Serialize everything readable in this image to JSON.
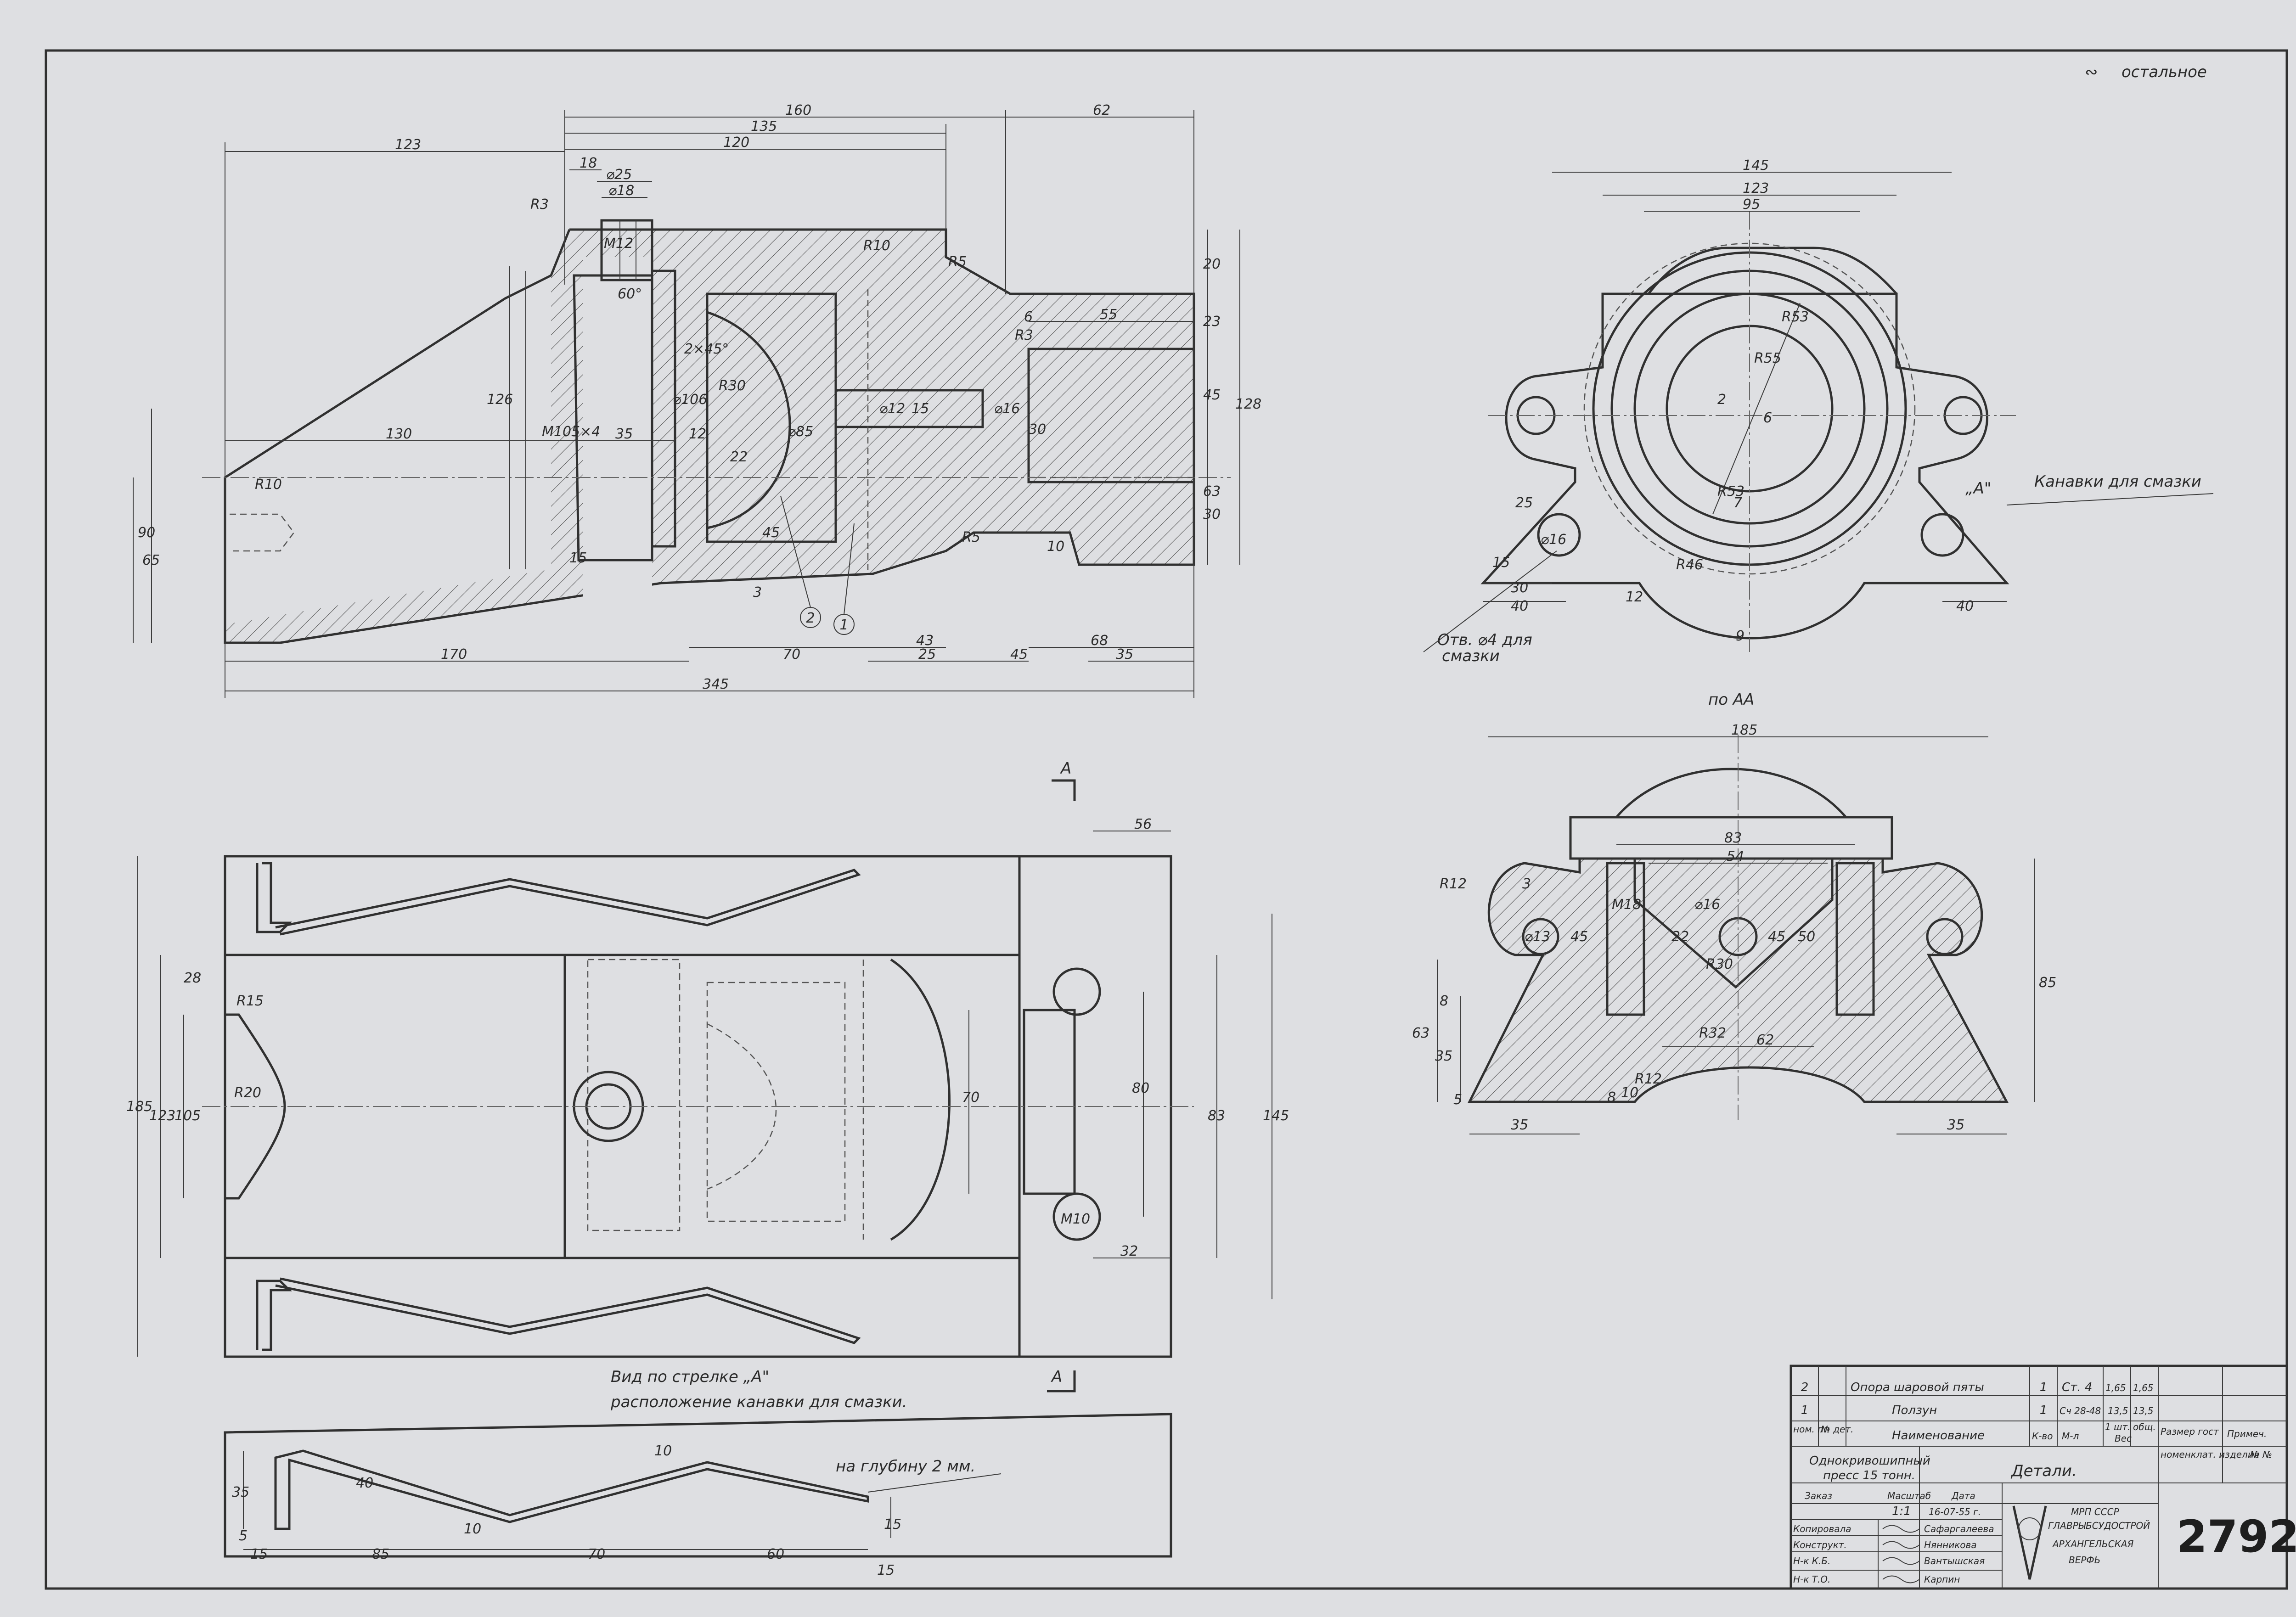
{
  "sheet": {
    "roughness_note": "остальное",
    "roughness_symbol": "∾"
  },
  "views": {
    "section_aa_label": "по АА",
    "arrow_view_title_1": "Вид по стрелке „А\"",
    "arrow_view_title_2": "расположение канавки для смазки.",
    "groove_depth_note": "на глубину 2 мм.",
    "lube_grooves_note": "Канавки для смазки",
    "lube_hole_note_1": "Отв. ⌀4 для",
    "lube_hole_note_2": "смазки",
    "arrow_a": "А",
    "view_a_marker": "„А\"",
    "part_balloons": [
      "2",
      "1"
    ]
  },
  "dimensions": {
    "front": [
      "123",
      "160",
      "62",
      "135",
      "120",
      "18",
      "⌀25",
      "⌀18",
      "М12",
      "R3",
      "R10",
      "R5",
      "60°",
      "2×45°",
      "6",
      "55",
      "R3",
      "R30",
      "22",
      "45",
      "⌀106",
      "⌀12",
      "15",
      "⌀16",
      "30",
      "126",
      "М105×4",
      "130",
      "35",
      "12",
      "R10",
      "15",
      "R5",
      "10",
      "20",
      "23",
      "45",
      "128",
      "63",
      "30",
      "90",
      "65",
      "170",
      "70",
      "43",
      "25",
      "45",
      "68",
      "35",
      "345",
      "⌀85",
      "3"
    ],
    "top": [
      "56",
      "28",
      "R15",
      "R20",
      "185",
      "123",
      "105",
      "70",
      "80",
      "83",
      "145",
      "М10",
      "32"
    ],
    "side": [
      "145",
      "123",
      "95",
      "R53",
      "R55",
      "R53",
      "2",
      "6",
      "25",
      "15",
      "30",
      "40",
      "40",
      "⌀16",
      "R46",
      "12",
      "9",
      "7"
    ],
    "section": [
      "185",
      "83",
      "54",
      "R12",
      "3",
      "⌀13",
      "45",
      "М18",
      "⌀16",
      "22",
      "45",
      "50",
      "R30",
      "R32",
      "62",
      "8",
      "63",
      "35",
      "5",
      "8",
      "R12",
      "10",
      "35",
      "35",
      "85"
    ],
    "arrow_view": [
      "35",
      "40",
      "10",
      "10",
      "5",
      "15",
      "85",
      "70",
      "60",
      "15",
      "15"
    ]
  },
  "title_block": {
    "parts": [
      {
        "pos": "2",
        "name": "Опора шаровой пяты",
        "qty": "1",
        "material": "Ст. 4",
        "unit_weight": "1,65",
        "total_weight": "1,65"
      },
      {
        "pos": "1",
        "name": "Ползун",
        "qty": "1",
        "material": "Сч 28-48",
        "unit_weight": "13,5",
        "total_weight": "13,5"
      }
    ],
    "header": {
      "item_no": "ном. пп",
      "pos_no": "№ дет.",
      "name": "Наименование",
      "qty": "К-во",
      "material": "М-л",
      "unit": "1 шт.",
      "total": "общ.",
      "weight": "Вес",
      "size": "Размер гост",
      "note": "Примеч."
    },
    "product_line1": "Однокривошипный",
    "product_line2": "пресс 15 тонн.",
    "drawing_title": "Детали.",
    "product_nomenclature": "номенклат. изделия",
    "nomenclature_no": "№ №",
    "order_label": "Заказ",
    "scale_label": "Масштаб",
    "scale_value": "1:1",
    "date_label": "Дата",
    "date_value": "16-07-55 г.",
    "roles": [
      {
        "role": "Копировала",
        "name": "Сафаргалеева"
      },
      {
        "role": "Конструкт.",
        "name": "Нянникова"
      },
      {
        "role": "Н-к К.Б.",
        "name": "Вантышская"
      },
      {
        "role": "Н-к Т.О.",
        "name": "Карпин"
      }
    ],
    "org_line1": "МРП СССР",
    "org_line2": "ГЛАВРЫБСУДОСТРОЙ",
    "org_line3": "АРХАНГЕЛЬСКАЯ",
    "org_line4": "ВЕРФЬ",
    "drawing_number": "2792"
  }
}
